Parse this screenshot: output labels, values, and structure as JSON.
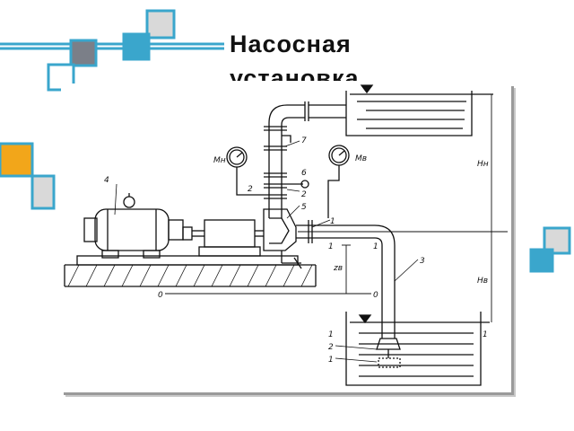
{
  "slide": {
    "title_line1": "Насосная",
    "title_line2": "установка"
  },
  "diagram": {
    "labels": {
      "motor": "4",
      "gauge_discharge": "Мн",
      "gauge_suction": "Мв",
      "head_discharge": "Нн",
      "head_suction": "Нв",
      "pipe_discharge": "7",
      "valve": "6",
      "flange_discharge": "2",
      "pump": "5",
      "flange_left": "2",
      "pipe_suction": "3",
      "suction_height": "zв",
      "section_1_left": "1",
      "section_1_right": "1",
      "section_1_mid": "1",
      "datum_left": "0",
      "datum_right": "0",
      "tank_section_left": "1",
      "tank_section_right": "1",
      "strainer_2": "2",
      "strainer_1": "1"
    }
  },
  "colors": {
    "deco_blue": "#3aa6cc",
    "deco_gray": "#7b7f88",
    "deco_light": "#d9d9d9",
    "deco_orange": "#f2a61a",
    "deco_line": "#3aa6cc"
  }
}
